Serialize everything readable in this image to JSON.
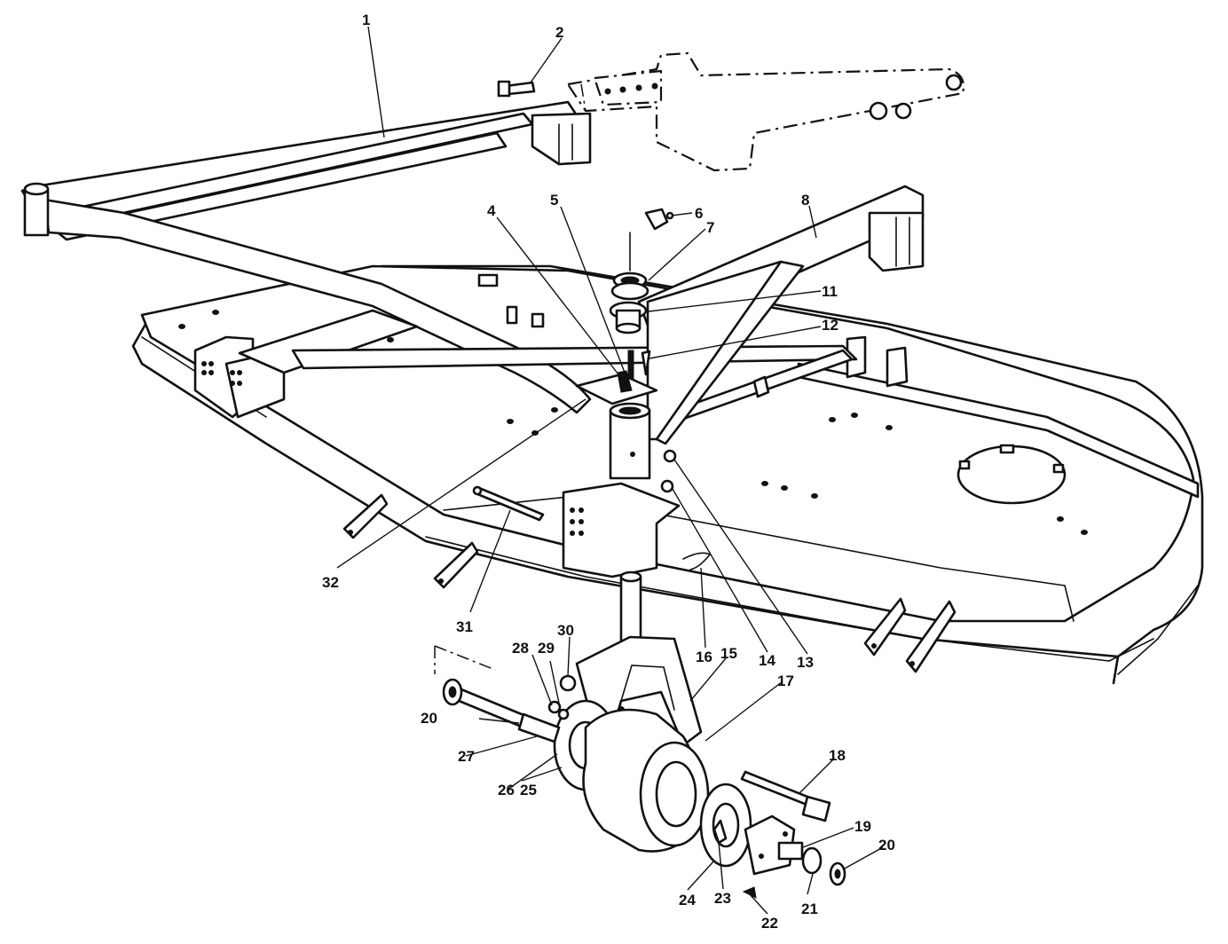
{
  "diagram": {
    "callouts": [
      {
        "id": "c1",
        "label": "1"
      },
      {
        "id": "c2",
        "label": "2"
      },
      {
        "id": "c4",
        "label": "4"
      },
      {
        "id": "c5",
        "label": "5"
      },
      {
        "id": "c6",
        "label": "6"
      },
      {
        "id": "c7",
        "label": "7"
      },
      {
        "id": "c8",
        "label": "8"
      },
      {
        "id": "c11",
        "label": "11"
      },
      {
        "id": "c12",
        "label": "12"
      },
      {
        "id": "c13",
        "label": "13"
      },
      {
        "id": "c14",
        "label": "14"
      },
      {
        "id": "c15",
        "label": "15"
      },
      {
        "id": "c16",
        "label": "16"
      },
      {
        "id": "c17",
        "label": "17"
      },
      {
        "id": "c18",
        "label": "18"
      },
      {
        "id": "c19",
        "label": "19"
      },
      {
        "id": "c20a",
        "label": "20"
      },
      {
        "id": "c20b",
        "label": "20"
      },
      {
        "id": "c21",
        "label": "21"
      },
      {
        "id": "c22",
        "label": "22"
      },
      {
        "id": "c23",
        "label": "23"
      },
      {
        "id": "c24",
        "label": "24"
      },
      {
        "id": "c25",
        "label": "25"
      },
      {
        "id": "c26",
        "label": "26"
      },
      {
        "id": "c27",
        "label": "27"
      },
      {
        "id": "c28",
        "label": "28"
      },
      {
        "id": "c29",
        "label": "29"
      },
      {
        "id": "c30",
        "label": "30"
      },
      {
        "id": "c31",
        "label": "31"
      },
      {
        "id": "c32",
        "label": "32"
      }
    ]
  }
}
